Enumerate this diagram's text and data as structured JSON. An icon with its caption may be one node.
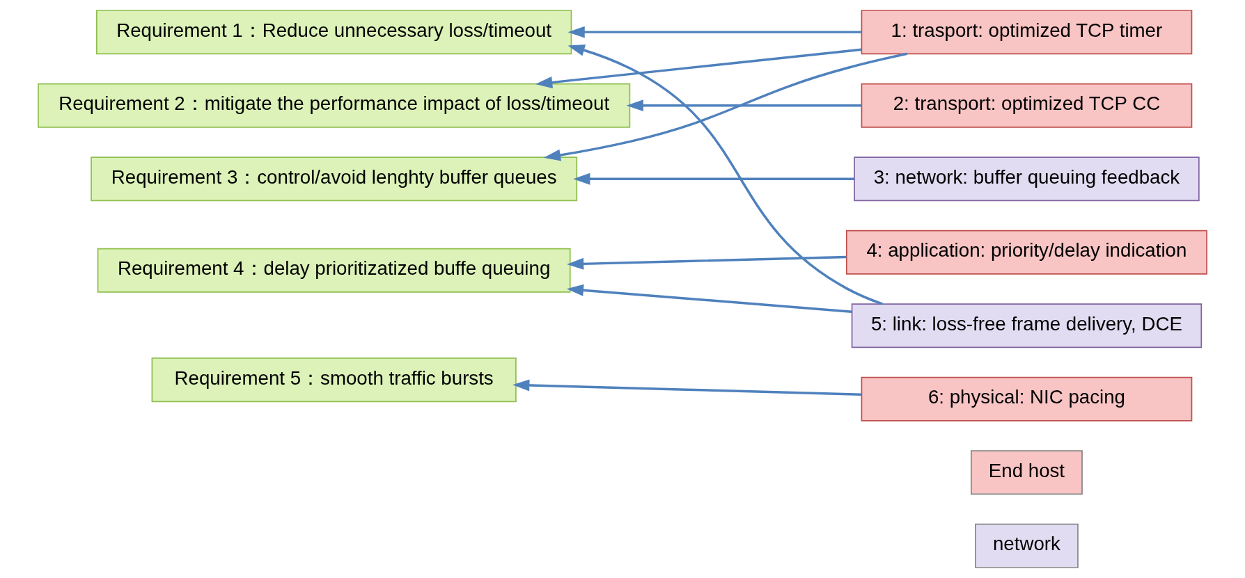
{
  "diagram": {
    "nodes": [
      {
        "text": [
          "Requirement 1：Reduce unnecessary loss/timeout"
        ]
      },
      {
        "text": [
          "Requirement 2：mitigate the performance impact of loss/timeout"
        ]
      },
      {
        "text": [
          "Requirement 3：control/avoid lenghty buffer queues"
        ]
      },
      {
        "text": [
          "Requirement 4：delay prioritizatized buffe queuing"
        ]
      },
      {
        "text": [
          "Requirement 5：smooth traffic bursts"
        ]
      },
      {
        "text": [
          "1: trasport: optimized TCP timer"
        ]
      },
      {
        "text": [
          "2: transport: optimized TCP CC"
        ]
      },
      {
        "text": [
          "3: network: buffer queuing feedback"
        ]
      },
      {
        "text": [
          "4: application: priority/delay indication"
        ]
      },
      {
        "text": [
          "5: link: loss-free frame delivery, DCE"
        ]
      },
      {
        "text": [
          "6: physical: NIC pacing"
        ]
      }
    ],
    "edges": [
      {
        "from": 5,
        "to": 0,
        "arrow": "to"
      },
      {
        "from": 5,
        "to": 1,
        "arrow": "to"
      },
      {
        "from": 5,
        "to": 2,
        "arrow": "to"
      },
      {
        "from": 6,
        "to": 1,
        "arrow": "to"
      },
      {
        "from": 7,
        "to": 2,
        "arrow": "to"
      },
      {
        "from": 8,
        "to": 3,
        "arrow": "to"
      },
      {
        "from": 9,
        "to": 0,
        "arrow": "to"
      },
      {
        "from": 9,
        "to": 3,
        "arrow": "to"
      },
      {
        "from": 10,
        "to": 4,
        "arrow": "to"
      }
    ],
    "legend": [
      {
        "text": "End host",
        "color": "#f8c4c4"
      },
      {
        "text": "network",
        "color": "#e2dcf2"
      }
    ]
  }
}
